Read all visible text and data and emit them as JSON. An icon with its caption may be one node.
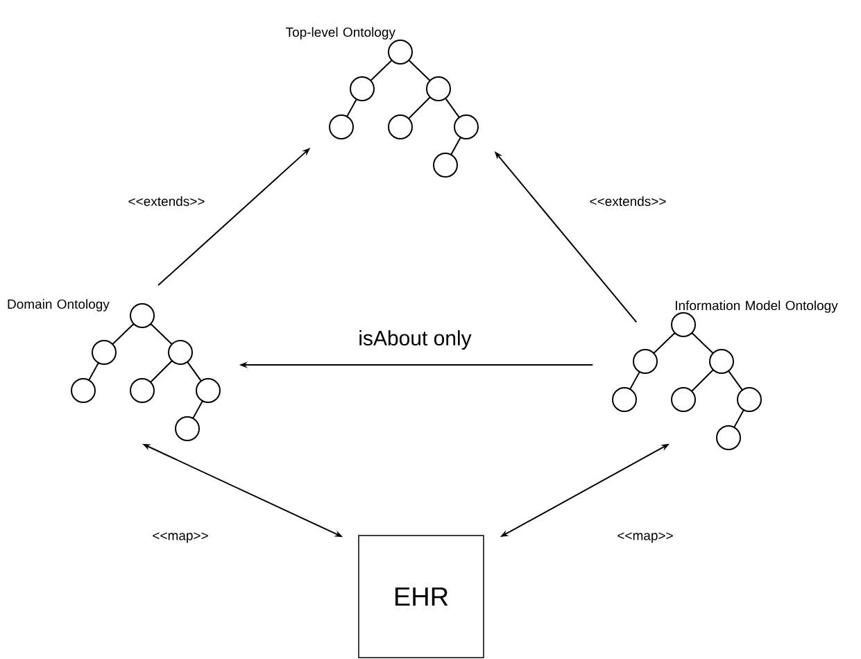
{
  "diagram": {
    "nodes": [
      {
        "text": [
          "Top-level Ontology"
        ]
      },
      {
        "text": [
          "Domain Ontology"
        ]
      },
      {
        "text": [
          "Information Model Ontology"
        ]
      },
      {
        "text": [
          "EHR"
        ]
      }
    ],
    "edges": [
      {
        "from": 1,
        "to": 0,
        "arrow": "to",
        "label": "<<extends>>"
      },
      {
        "from": 2,
        "to": 0,
        "arrow": "to",
        "label": "<<extends>>"
      },
      {
        "from": 2,
        "to": 1,
        "arrow": "to",
        "label": "isAbout only"
      },
      {
        "from": 1,
        "to": 3,
        "arrow": "both",
        "label": "<<map>>"
      },
      {
        "from": 2,
        "to": 3,
        "arrow": "both",
        "label": "<<map>>"
      }
    ]
  }
}
